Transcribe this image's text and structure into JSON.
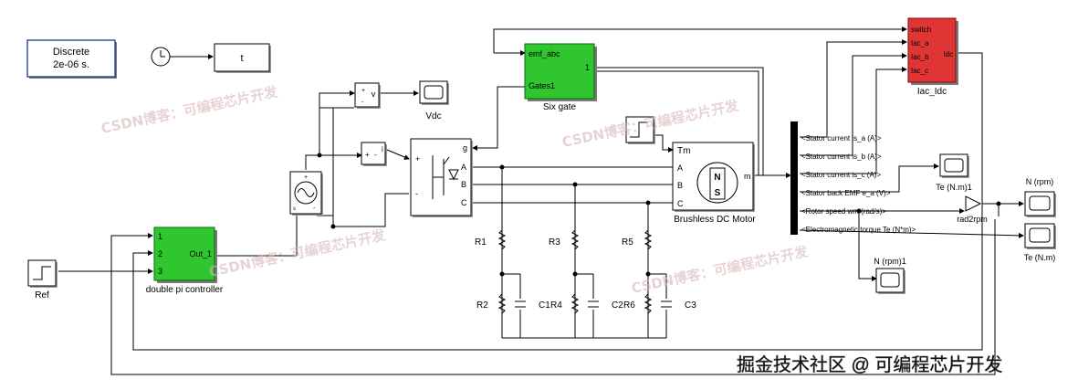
{
  "blocks": {
    "discrete": {
      "line1": "Discrete",
      "line2": "2e-06 s."
    },
    "clock_out": "t",
    "vdc_scope": "Vdc",
    "v_meas": "v",
    "i_meas": "i",
    "ref": "Ref",
    "pi_controller": {
      "title": "double pi controller",
      "in1": "1",
      "in2": "2",
      "in3": "3",
      "out": "Out_1"
    },
    "six_gate": {
      "title": "Six gate",
      "in1": "emf_abc",
      "in2": "Gates1",
      "out": "1"
    },
    "inverter": {
      "g": "g",
      "a": "A",
      "b": "B",
      "c": "C",
      "plus": "+",
      "minus": "-"
    },
    "motor": {
      "title": "Brushless DC Motor",
      "tm": "Tm",
      "a": "A",
      "b": "B",
      "c": "C",
      "m": "m",
      "n": "N",
      "s": "S"
    },
    "iac_idc": {
      "title": "Iac_Idc",
      "switch": "switch",
      "iac_a": "Iac_a",
      "iac_b": "Iac_b",
      "iac_c": "Iac_c",
      "idc": "Idc"
    },
    "bus_signals": [
      "<Stator current is_a (A)>",
      "<Stator current is_b (A)>",
      "<Stator current is_c (A)>",
      "<Stator back EMF e_a (V)>",
      "<Rotor speed wm (rad/s)>",
      "<Electromagnetic torque Te (N*m)>"
    ],
    "gain": "rad2rpm",
    "scope_te1": "Te (N.m)1",
    "scope_n": "N (rpm)",
    "scope_n1": "N (rpm)1",
    "scope_te": "Te (N.m)",
    "resistors": [
      "R1",
      "R3",
      "R5",
      "R2",
      "R4",
      "R6"
    ],
    "capacitors": [
      "C1",
      "C2",
      "C3"
    ],
    "sum_plus": "+",
    "sum_minus": "-"
  },
  "watermarks": {
    "diag1": "CSDN博客：可编程芯片开发",
    "diag2": "CSDN博客：可编程芯片开发",
    "diag3": "CSDN博客：可编程芯片开发",
    "diag4": "CSDN博客：可编程芯片开发",
    "bottom": "掘金技术社区 @ 可编程芯片开发"
  },
  "colors": {
    "green_block": "#2fc62f",
    "red_block": "#e03535",
    "discrete_border": "#1a3a8a"
  }
}
